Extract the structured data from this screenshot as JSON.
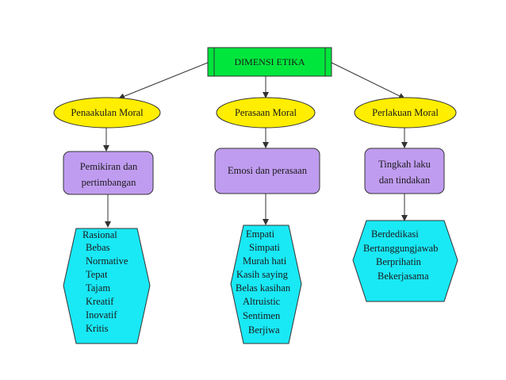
{
  "title": "DIMENSI ETIKA",
  "columns": [
    {
      "ellipse_label": "Penaakulan Moral",
      "box_lines": [
        "Pemikiran dan",
        "pertimbangan"
      ],
      "items": [
        "Rasional",
        "Bebas",
        "Normative",
        "Tepat",
        "Tajam",
        "Kreatif",
        "Inovatif",
        "Kritis"
      ]
    },
    {
      "ellipse_label": "Perasaan Moral",
      "box_lines": [
        "Emosi dan perasaan"
      ],
      "items": [
        "Empati",
        "Simpati",
        "Murah hati",
        "Kasih saying",
        "Belas kasihan",
        "Altruistic",
        "Sentimen",
        "Berjiwa"
      ]
    },
    {
      "ellipse_label": "Perlakuan Moral",
      "box_lines": [
        "Tingkah laku",
        "dan tindakan"
      ],
      "items": [
        "Berdedikasi",
        "Bertanggungjawab",
        "Berprihatin",
        "Bekerjasama"
      ]
    }
  ],
  "colors": {
    "title_fill": "#00e63c",
    "ellipse_fill": "#ffee00",
    "box_fill": "#c09cf0",
    "hexagon_fill": "#19e8f5",
    "stroke": "#333333"
  }
}
